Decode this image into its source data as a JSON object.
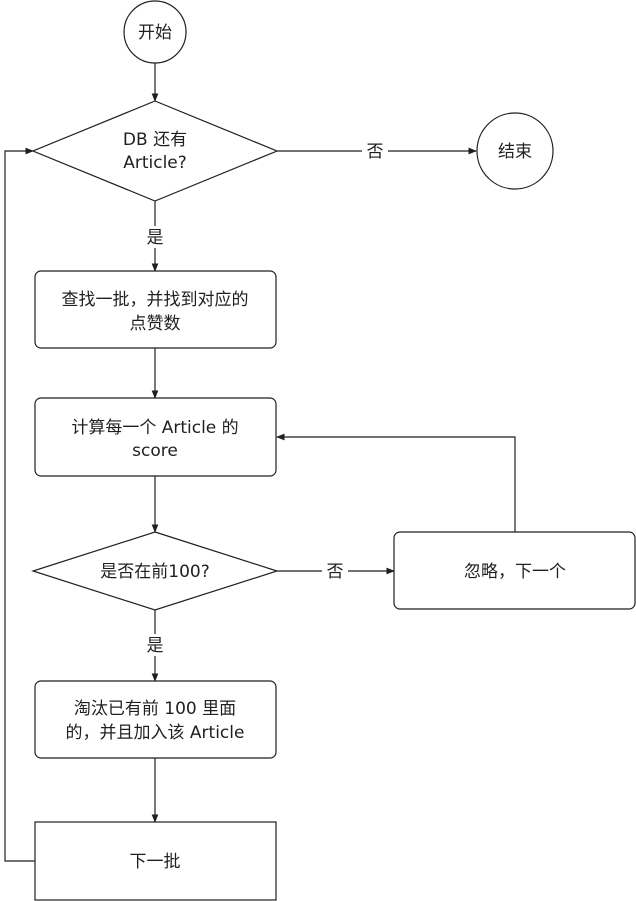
{
  "nodes": {
    "start": [
      "开始"
    ],
    "check_db": [
      "DB 还有",
      "Article?"
    ],
    "end": [
      "结束"
    ],
    "query_batch": [
      "查找一批，并找到对应的",
      "点赞数"
    ],
    "compute_score": [
      "计算每一个 Article 的",
      "score"
    ],
    "check_top100": [
      "是否在前100?"
    ],
    "ignore_next": [
      "忽略，下一个"
    ],
    "evict_add": [
      "淘汰已有前 100 里面",
      "的，并且加入该 Article"
    ],
    "next_batch": [
      "下一批"
    ]
  },
  "edges": {
    "db_no": "否",
    "db_yes": "是",
    "top100_no": "否",
    "top100_yes": "是"
  }
}
